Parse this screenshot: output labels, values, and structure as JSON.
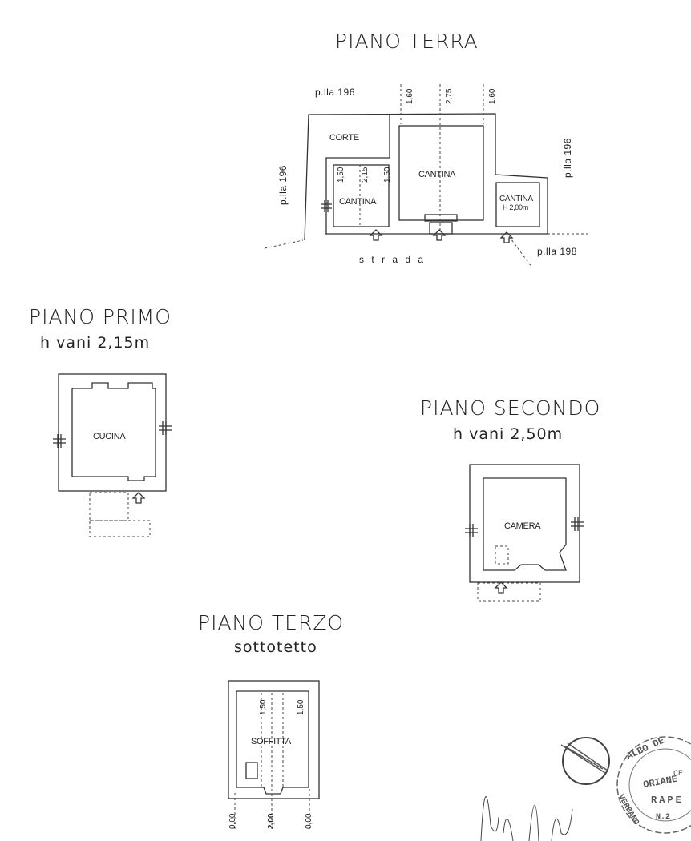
{
  "ground_floor": {
    "title": "PIANO TERRA",
    "rooms": [
      "CORTE",
      "CANTINA",
      "CANTINA",
      "CANTINA",
      "H 2,00m"
    ],
    "dims_top": [
      "1,60",
      "2,75",
      "1,60"
    ],
    "dims_small": [
      "1,50",
      "2,15",
      "1,50"
    ],
    "parcel_top": "p.lla 196",
    "parcel_left": "p.lla 196",
    "parcel_right": "p.lla 196",
    "parcel_bottom": "p.lla 198",
    "road": "s t r a d a"
  },
  "first_floor": {
    "title": "PIANO PRIMO",
    "height": "h vani 2,15m",
    "room": "CUCINA"
  },
  "second_floor": {
    "title": "PIANO SECONDO",
    "height": "h vani 2,50m",
    "room": "CAMERA"
  },
  "third_floor": {
    "title": "PIANO TERZO",
    "subtitle": "sottotetto",
    "room": "SOFFITTA",
    "dims_top": [
      "1,50",
      "1,50"
    ],
    "dims_bottom": [
      "0,00",
      "2,00",
      "0,00"
    ]
  },
  "stamp": {
    "ring_top": "ALBO DE",
    "ring_bottom": "VERBANO",
    "lines": [
      "CE",
      "ORIANE",
      "RAPE",
      "N.2"
    ]
  }
}
